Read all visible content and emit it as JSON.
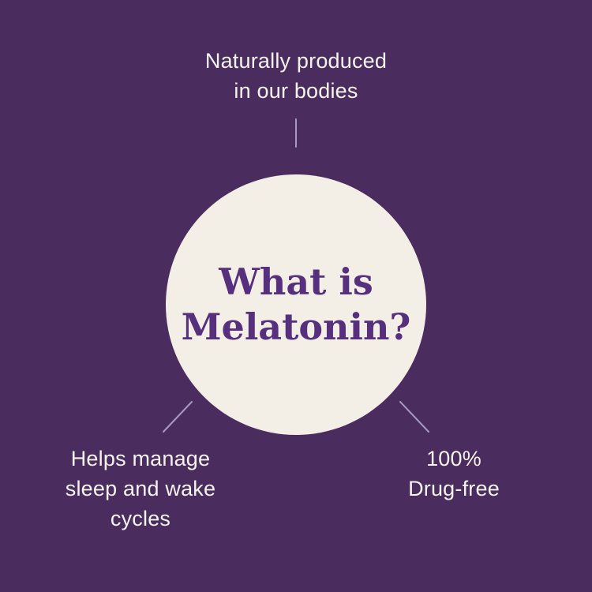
{
  "title": "What is\nMelatonin?",
  "callouts": {
    "top": "Naturally produced\nin our bodies",
    "bottom_left": "Helps manage\nsleep and wake\ncycles",
    "bottom_right": "100%\nDrug-free"
  },
  "colors": {
    "background": "#4a2c5f",
    "circle-fill": "#f3eee6",
    "title-color": "#56307d",
    "label-color": "#f6f2ec",
    "connector-color": "#a799c3"
  }
}
